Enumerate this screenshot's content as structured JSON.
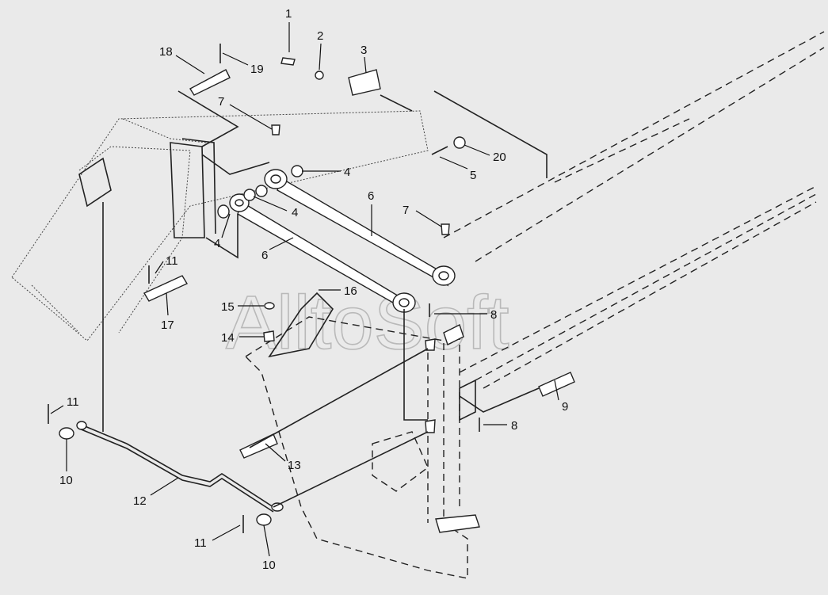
{
  "watermark": "AlltoSoft",
  "callouts": [
    {
      "id": "c1",
      "text": "1"
    },
    {
      "id": "c2",
      "text": "2"
    },
    {
      "id": "c3",
      "text": "3"
    },
    {
      "id": "c4a",
      "text": "4"
    },
    {
      "id": "c4b",
      "text": "4"
    },
    {
      "id": "c4c",
      "text": "4"
    },
    {
      "id": "c5",
      "text": "5"
    },
    {
      "id": "c6a",
      "text": "6"
    },
    {
      "id": "c6b",
      "text": "6"
    },
    {
      "id": "c7a",
      "text": "7"
    },
    {
      "id": "c7b",
      "text": "7"
    },
    {
      "id": "c8a",
      "text": "8"
    },
    {
      "id": "c8b",
      "text": "8"
    },
    {
      "id": "c9",
      "text": "9"
    },
    {
      "id": "c10a",
      "text": "10"
    },
    {
      "id": "c10b",
      "text": "10"
    },
    {
      "id": "c11a",
      "text": "11"
    },
    {
      "id": "c11b",
      "text": "11"
    },
    {
      "id": "c11c",
      "text": "11"
    },
    {
      "id": "c12",
      "text": "12"
    },
    {
      "id": "c13",
      "text": "13"
    },
    {
      "id": "c14",
      "text": "14"
    },
    {
      "id": "c15",
      "text": "15"
    },
    {
      "id": "c16",
      "text": "16"
    },
    {
      "id": "c17",
      "text": "17"
    },
    {
      "id": "c18",
      "text": "18"
    },
    {
      "id": "c19",
      "text": "19"
    },
    {
      "id": "c20",
      "text": "20"
    }
  ]
}
